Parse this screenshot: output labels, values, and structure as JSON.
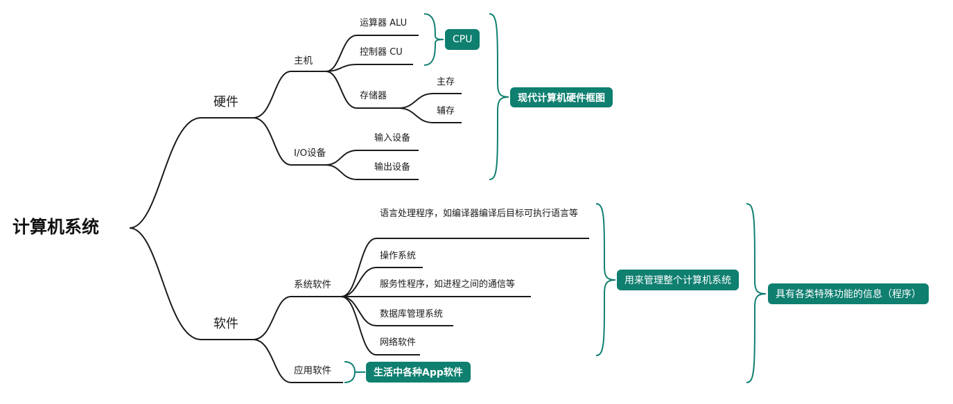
{
  "root": "计算机系统",
  "hardware": {
    "label": "硬件",
    "host": {
      "label": "主机",
      "alu": "运算器 ALU",
      "cu": "控制器 CU",
      "storage": {
        "label": "存储器",
        "main": "主存",
        "aux": "辅存"
      }
    },
    "io": {
      "label": "I/O设备",
      "input": "输入设备",
      "output": "输出设备"
    }
  },
  "software": {
    "label": "软件",
    "system": {
      "label": "系统软件",
      "items": [
        "语言处理程序，如编译器编译后目标可执行语言等",
        "操作系统",
        "服务性程序，如进程之间的通信等",
        "数据库管理系统",
        "网络软件"
      ]
    },
    "app": {
      "label": "应用软件"
    }
  },
  "notes": {
    "cpu": "CPU",
    "hardware_frame": "现代计算机硬件框图",
    "system_manage": "用来管理整个计算机系统",
    "software_info": "具有各类特殊功能的信息（程序）",
    "app_note": "生活中各种App软件"
  },
  "colors": {
    "line": "#1a1a1a",
    "accent": "#0f7f70"
  }
}
